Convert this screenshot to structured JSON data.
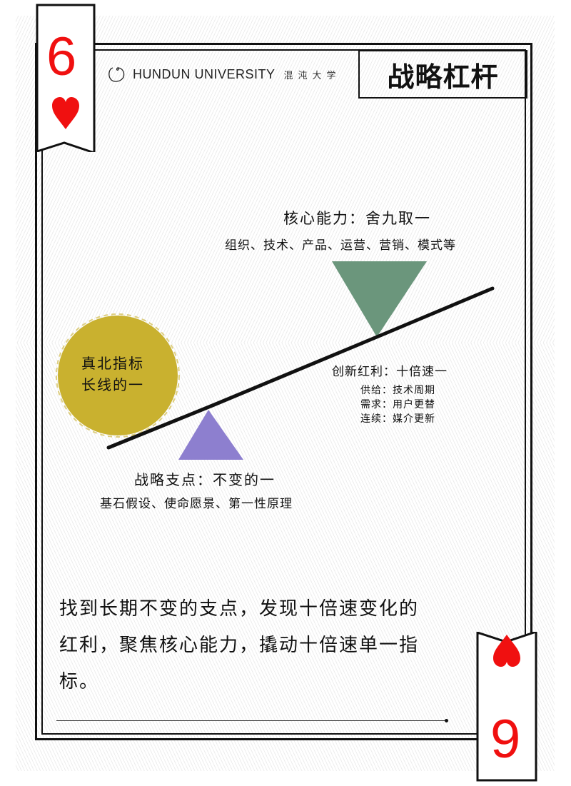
{
  "card": {
    "top_rank": "6",
    "top_suit": "heart",
    "bottom_rank": "9",
    "bottom_suit": "heart",
    "suit_color": "#f01010"
  },
  "header": {
    "logo_icon": "hundun-circle-logo",
    "logo_name": "HUNDUN UNIVERSITY",
    "logo_cn": "混沌大学",
    "title": "战略杠杆"
  },
  "diagram": {
    "core": {
      "title": "核心能力：舍九取一",
      "subtitle": "组织、技术、产品、运营、营销、模式等",
      "color": "#6b967c"
    },
    "north_star": {
      "line1": "真北指标",
      "line2": "长线的一",
      "color": "#c9b12f"
    },
    "dividend": {
      "title": "创新红利：十倍速一",
      "items": [
        "供给：技术周期",
        "需求：用户更替",
        "连续：媒介更新"
      ]
    },
    "fulcrum": {
      "title": "战略支点：不变的一",
      "subtitle": "基石假设、使命愿景、第一性原理",
      "color": "#8d7fcf"
    }
  },
  "summary": {
    "text": "找到长期不变的支点，发现十倍速变化的红利，聚焦核心能力，撬动十倍速单一指标。"
  }
}
